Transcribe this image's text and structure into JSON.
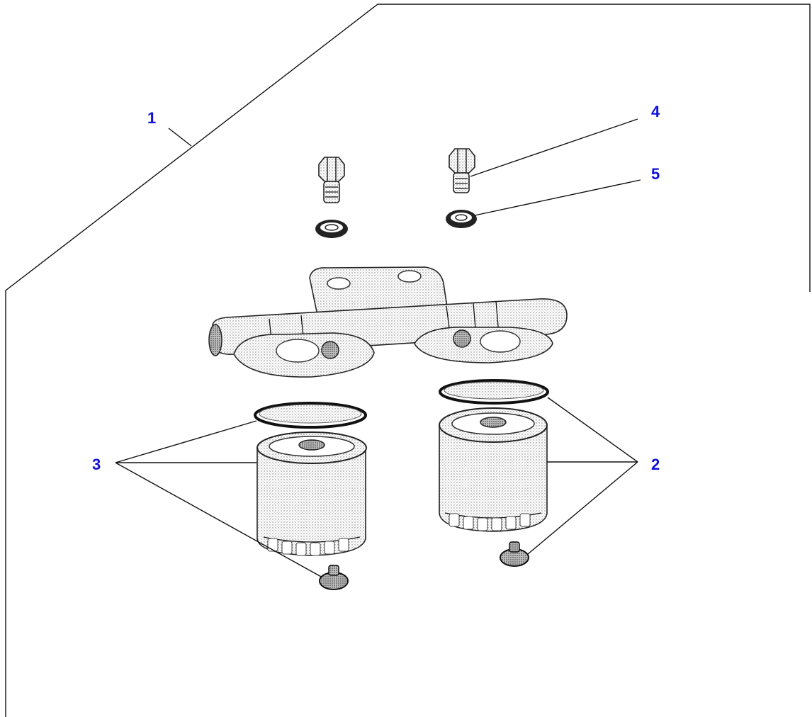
{
  "diagram": {
    "callouts": [
      {
        "id": "c1",
        "label": "1"
      },
      {
        "id": "c2",
        "label": "2"
      },
      {
        "id": "c3",
        "label": "3"
      },
      {
        "id": "c4",
        "label": "4"
      },
      {
        "id": "c5",
        "label": "5"
      }
    ],
    "colors": {
      "callout_text": "#1010d8",
      "line": "#111111",
      "background": "#ffffff"
    }
  }
}
